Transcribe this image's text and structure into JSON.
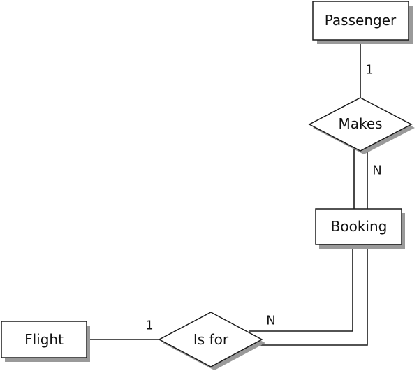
{
  "entities": {
    "passenger": "Passenger",
    "booking": "Booking",
    "flight": "Flight"
  },
  "relationships": {
    "makes": "Makes",
    "is_for": "Is for"
  },
  "cardinalities": {
    "passenger_makes": "1",
    "makes_booking": "N",
    "booking_is_for": "N",
    "flight_is_for": "1"
  }
}
